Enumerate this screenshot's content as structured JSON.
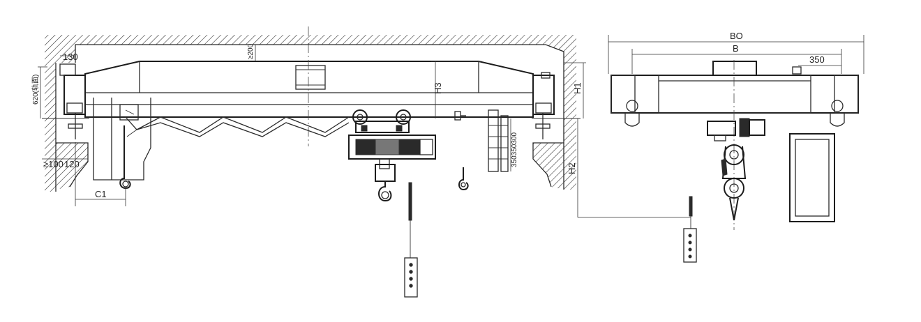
{
  "labels": {
    "dim_130": "130",
    "dim_200": "≥200",
    "dim_620": "620(轨面)",
    "dim_100": "≥100",
    "dim_120": "120",
    "dim_c1": "C1",
    "dim_h3": "H3",
    "dim_h1": "H1",
    "dim_h2": "H2",
    "dim_350_300": "350350300",
    "dim_bo": "BO",
    "dim_b": "B",
    "dim_350": "350"
  },
  "colors": {
    "line": "#2a2a2a",
    "hatch": "#333333",
    "background": "#ffffff"
  }
}
